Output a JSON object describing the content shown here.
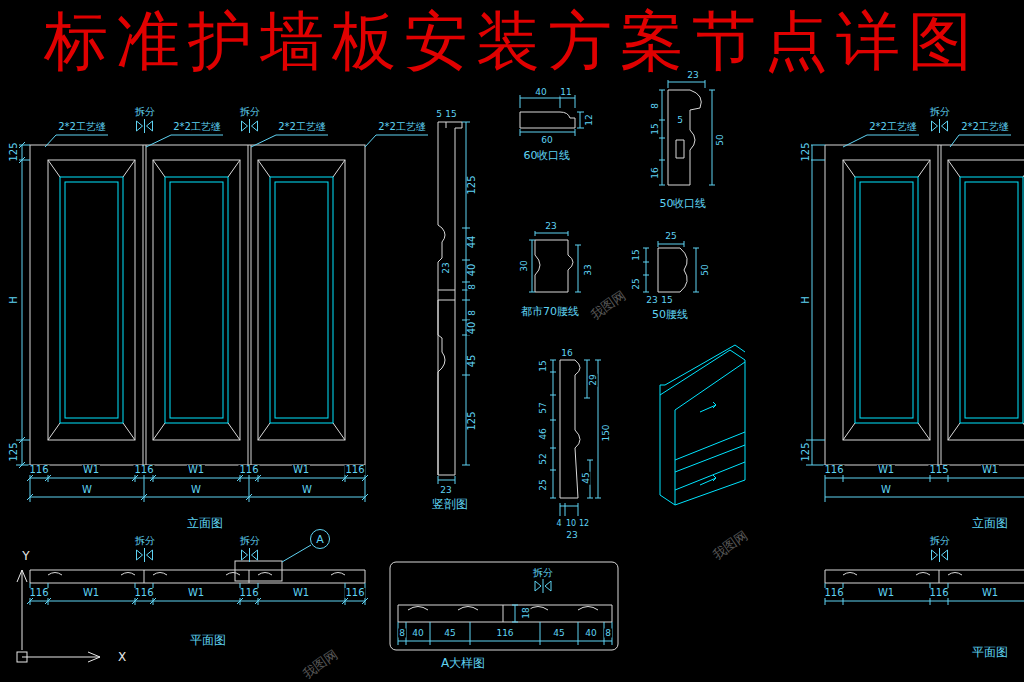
{
  "diagram": {
    "title": "标准护墙板安装方案节点详图",
    "nodes": [
      {
        "text": [
          "A"
        ]
      }
    ],
    "labels": [
      "2*2工艺缝",
      "2*2工艺缝",
      "2*2工艺缝",
      "2*2工艺缝",
      "拆分",
      "拆分",
      "125",
      "H",
      "125",
      "116",
      "W1",
      "116",
      "W1",
      "116",
      "W1",
      "116",
      "W",
      "W",
      "W",
      "立面图",
      "拆分",
      "拆分",
      "116",
      "W1",
      "116",
      "W1",
      "116",
      "W1",
      "116",
      "平面图",
      "5",
      "15",
      "125",
      "44",
      "23",
      "40",
      "8",
      "8",
      "40",
      "45",
      "125",
      "23",
      "竖剖图",
      "40",
      "11",
      "12",
      "60",
      "60收口线",
      "23",
      "8",
      "15",
      "5",
      "16",
      "50",
      "50收口线",
      "23",
      "30",
      "33",
      "都市70腰线",
      "25",
      "50",
      "15",
      "25",
      "23",
      "15",
      "50腰线",
      "16",
      "15",
      "29",
      "57",
      "150",
      "46",
      "52",
      "45",
      "25",
      "4",
      "10",
      "12",
      "23",
      "拆分",
      "18",
      "8",
      "40",
      "45",
      "116",
      "45",
      "40",
      "8",
      "A大样图",
      "2*2工艺缝",
      "2*2工艺缝",
      "拆分",
      "125",
      "H",
      "125",
      "116",
      "W1",
      "115",
      "W1",
      "W",
      "立面图",
      "拆分",
      "116",
      "W1",
      "116",
      "W1",
      "平面图",
      "Y",
      "X",
      "我图网",
      "我图网",
      "我图网"
    ]
  }
}
